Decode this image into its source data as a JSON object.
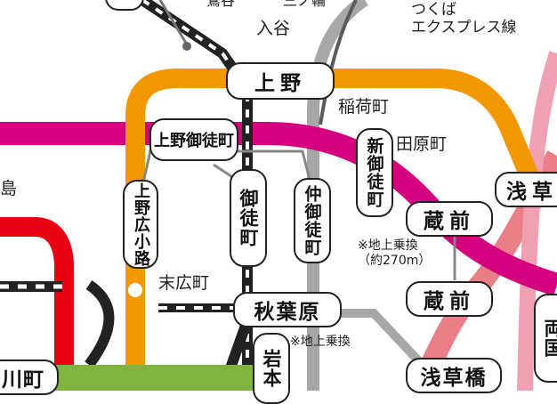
{
  "colors": {
    "jr_yamanote": "#a7a7a7",
    "ginza": "#f39700",
    "oedo": "#d5007f",
    "marunouchi": "#e60012",
    "tx": "#5a5a5a",
    "asakusa": "#e85298",
    "hibiya": "#222222",
    "green": "#7fb342"
  },
  "stations": {
    "ueno": "上野",
    "ueno_okachimachi": "上野御徒町",
    "ueno_hirokoji": "上野広小路",
    "okachimachi": "御徒町",
    "naka_okachimachi": "仲御徒町",
    "shin_okachimachi": "新御徒町",
    "kuramae_upper": "蔵前",
    "kuramae_lower": "蔵前",
    "akihabara": "秋葉原",
    "iwamotocho": "岩本",
    "asakusabashi": "浅草橋",
    "asakusa": "浅草",
    "ryogoku": "両国",
    "ochanomizu_partial": "川町"
  },
  "labels": {
    "iriya": "入谷",
    "inaricho": "稲荷町",
    "tawaramachi": "田原町",
    "suehirocho": "末広町",
    "tsukuba_line": "つくば\nエクスプレス線",
    "top_fragment_1": "鶯谷",
    "top_fragment_2": "三ノ輪",
    "left_fragment": "島"
  },
  "notes": {
    "kuramae_transfer": "※地上乗換\n（約270m）",
    "iwamotocho_transfer": "※地上乗換"
  }
}
